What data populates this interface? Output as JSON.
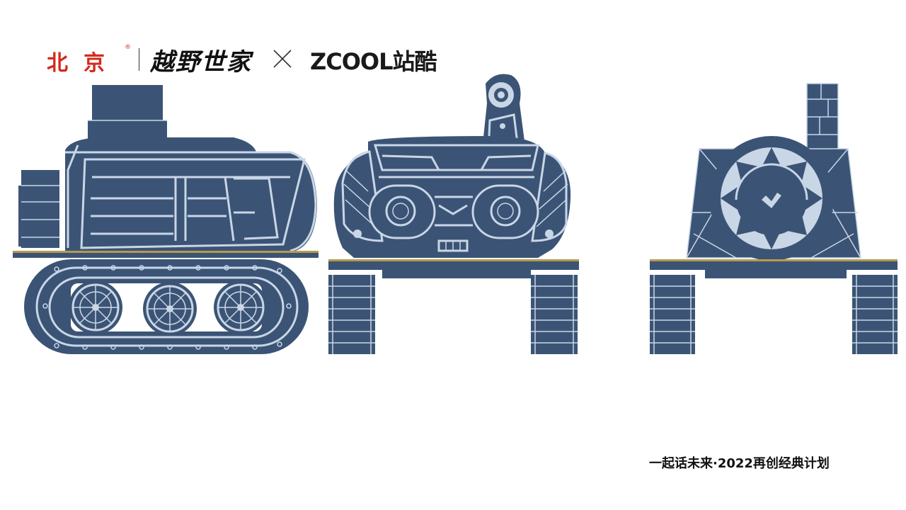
{
  "brand": {
    "beijing": "北京",
    "registered": "®",
    "yueye": "越野世家",
    "zcool": "ZCOOL站酷"
  },
  "footer": {
    "slogan": "一起话未来·2022再创经典计划"
  },
  "colors": {
    "body": "#3b5476",
    "line": "#c9d6e6",
    "accent_red": "#d42a1e",
    "rail": "#b79a4b"
  },
  "icons": [
    "cross-icon"
  ]
}
